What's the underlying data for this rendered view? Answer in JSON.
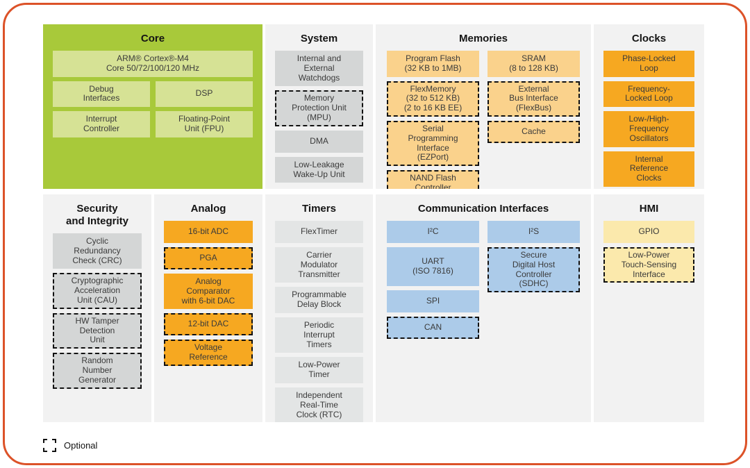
{
  "colors": {
    "frame_border": "#DC5228",
    "panel_default": "#F2F2F2",
    "optional_border": "#111111",
    "text": "#3A3A3A",
    "title_text": "#141414",
    "core_panel": "#A8C93A",
    "core_block": "#D6E295",
    "system_block": "#D4D6D6",
    "memories_block": "#FAD28C",
    "clocks_block": "#F6A821",
    "security_block": "#D4D6D6",
    "analog_block": "#F6A821",
    "timers_block": "#E3E5E5",
    "comm_block": "#ACCBE9",
    "hmi_block": "#FBE9AC"
  },
  "legend": {
    "label": "Optional"
  },
  "sections": [
    {
      "id": "core",
      "title": "Core",
      "panel_bg": "#A8C93A",
      "block_bg": "#D6E295",
      "columns": [
        [
          {
            "label": "ARM® Cortex®-M4\nCore 50/72/100/120 MHz"
          },
          [
            {
              "label": "Debug\nInterfaces"
            },
            {
              "label": "DSP"
            }
          ],
          [
            {
              "label": "Interrupt\nController"
            },
            {
              "label": "Floating-Point\nUnit (FPU)"
            }
          ]
        ]
      ]
    },
    {
      "id": "system",
      "title": "System",
      "panel_bg": "#F2F2F2",
      "block_bg": "#D4D6D6",
      "columns": [
        [
          {
            "label": "Internal and\nExternal\nWatchdogs"
          },
          {
            "label": "Memory\nProtection Unit\n(MPU)",
            "optional": true
          },
          {
            "label": "DMA"
          },
          {
            "label": "Low-Leakage\nWake-Up Unit"
          }
        ]
      ]
    },
    {
      "id": "memories",
      "title": "Memories",
      "panel_bg": "#F2F2F2",
      "block_bg": "#FAD28C",
      "columns": [
        [
          {
            "label": "Program Flash\n(32 KB to 1MB)"
          },
          {
            "label": "FlexMemory\n(32 to 512 KB)\n(2 to 16 KB EE)",
            "optional": true
          },
          {
            "label": "Serial\nProgramming\nInterface\n(EZPort)",
            "optional": true
          },
          {
            "label": "NAND Flash\nController",
            "optional": true
          }
        ],
        [
          {
            "label": "SRAM\n(8 to 128 KB)"
          },
          {
            "label": "External\nBus Interface\n(FlexBus)",
            "optional": true
          },
          {
            "label": "Cache",
            "optional": true
          }
        ]
      ]
    },
    {
      "id": "clocks",
      "title": "Clocks",
      "panel_bg": "#F2F2F2",
      "block_bg": "#F6A821",
      "columns": [
        [
          {
            "label": "Phase-Locked\nLoop"
          },
          {
            "label": "Frequency-\nLocked Loop"
          },
          {
            "label": "Low-/High-\nFrequency\nOscillators"
          },
          {
            "label": "Internal\nReference\nClocks"
          }
        ]
      ]
    },
    {
      "id": "security",
      "title": "Security\nand Integrity",
      "panel_bg": "#F2F2F2",
      "block_bg": "#D4D6D6",
      "columns": [
        [
          {
            "label": "Cyclic\nRedundancy\nCheck (CRC)"
          },
          {
            "label": "Cryptographic\nAcceleration\nUnit (CAU)",
            "optional": true
          },
          {
            "label": "HW Tamper\nDetection\nUnit",
            "optional": true
          },
          {
            "label": "Random\nNumber\nGenerator",
            "optional": true
          }
        ]
      ]
    },
    {
      "id": "analog",
      "title": "Analog",
      "panel_bg": "#F2F2F2",
      "block_bg": "#F6A821",
      "columns": [
        [
          {
            "label": "16-bit ADC"
          },
          {
            "label": "PGA",
            "optional": true
          },
          {
            "label": "Analog\nComparator\nwith 6-bit DAC"
          },
          {
            "label": "12-bit DAC",
            "optional": true
          },
          {
            "label": "Voltage\nReference",
            "optional": true
          }
        ]
      ]
    },
    {
      "id": "timers",
      "title": "Timers",
      "panel_bg": "#F2F2F2",
      "block_bg": "#E3E5E5",
      "columns": [
        [
          {
            "label": "FlexTimer"
          },
          {
            "label": "Carrier\nModulator\nTransmitter"
          },
          {
            "label": "Programmable\nDelay Block"
          },
          {
            "label": "Periodic\nInterrupt\nTimers"
          },
          {
            "label": "Low-Power\nTimer"
          },
          {
            "label": "Independent\nReal-Time\nClock (RTC)"
          }
        ]
      ]
    },
    {
      "id": "comm",
      "title": "Communication Interfaces",
      "panel_bg": "#F2F2F2",
      "block_bg": "#ACCBE9",
      "columns": [
        [
          {
            "label": "I²C"
          },
          {
            "label": "UART\n(ISO 7816)",
            "tall": true
          },
          {
            "label": "SPI"
          },
          {
            "label": "CAN",
            "optional": true
          }
        ],
        [
          {
            "label": "I²S"
          },
          {
            "label": "Secure\nDigital Host\nController\n(SDHC)",
            "optional": true
          }
        ]
      ]
    },
    {
      "id": "hmi",
      "title": "HMI",
      "panel_bg": "#F2F2F2",
      "block_bg": "#FBE9AC",
      "columns": [
        [
          {
            "label": "GPIO"
          },
          {
            "label": "Low-Power\nTouch-Sensing\nInterface",
            "optional": true
          }
        ]
      ]
    }
  ]
}
